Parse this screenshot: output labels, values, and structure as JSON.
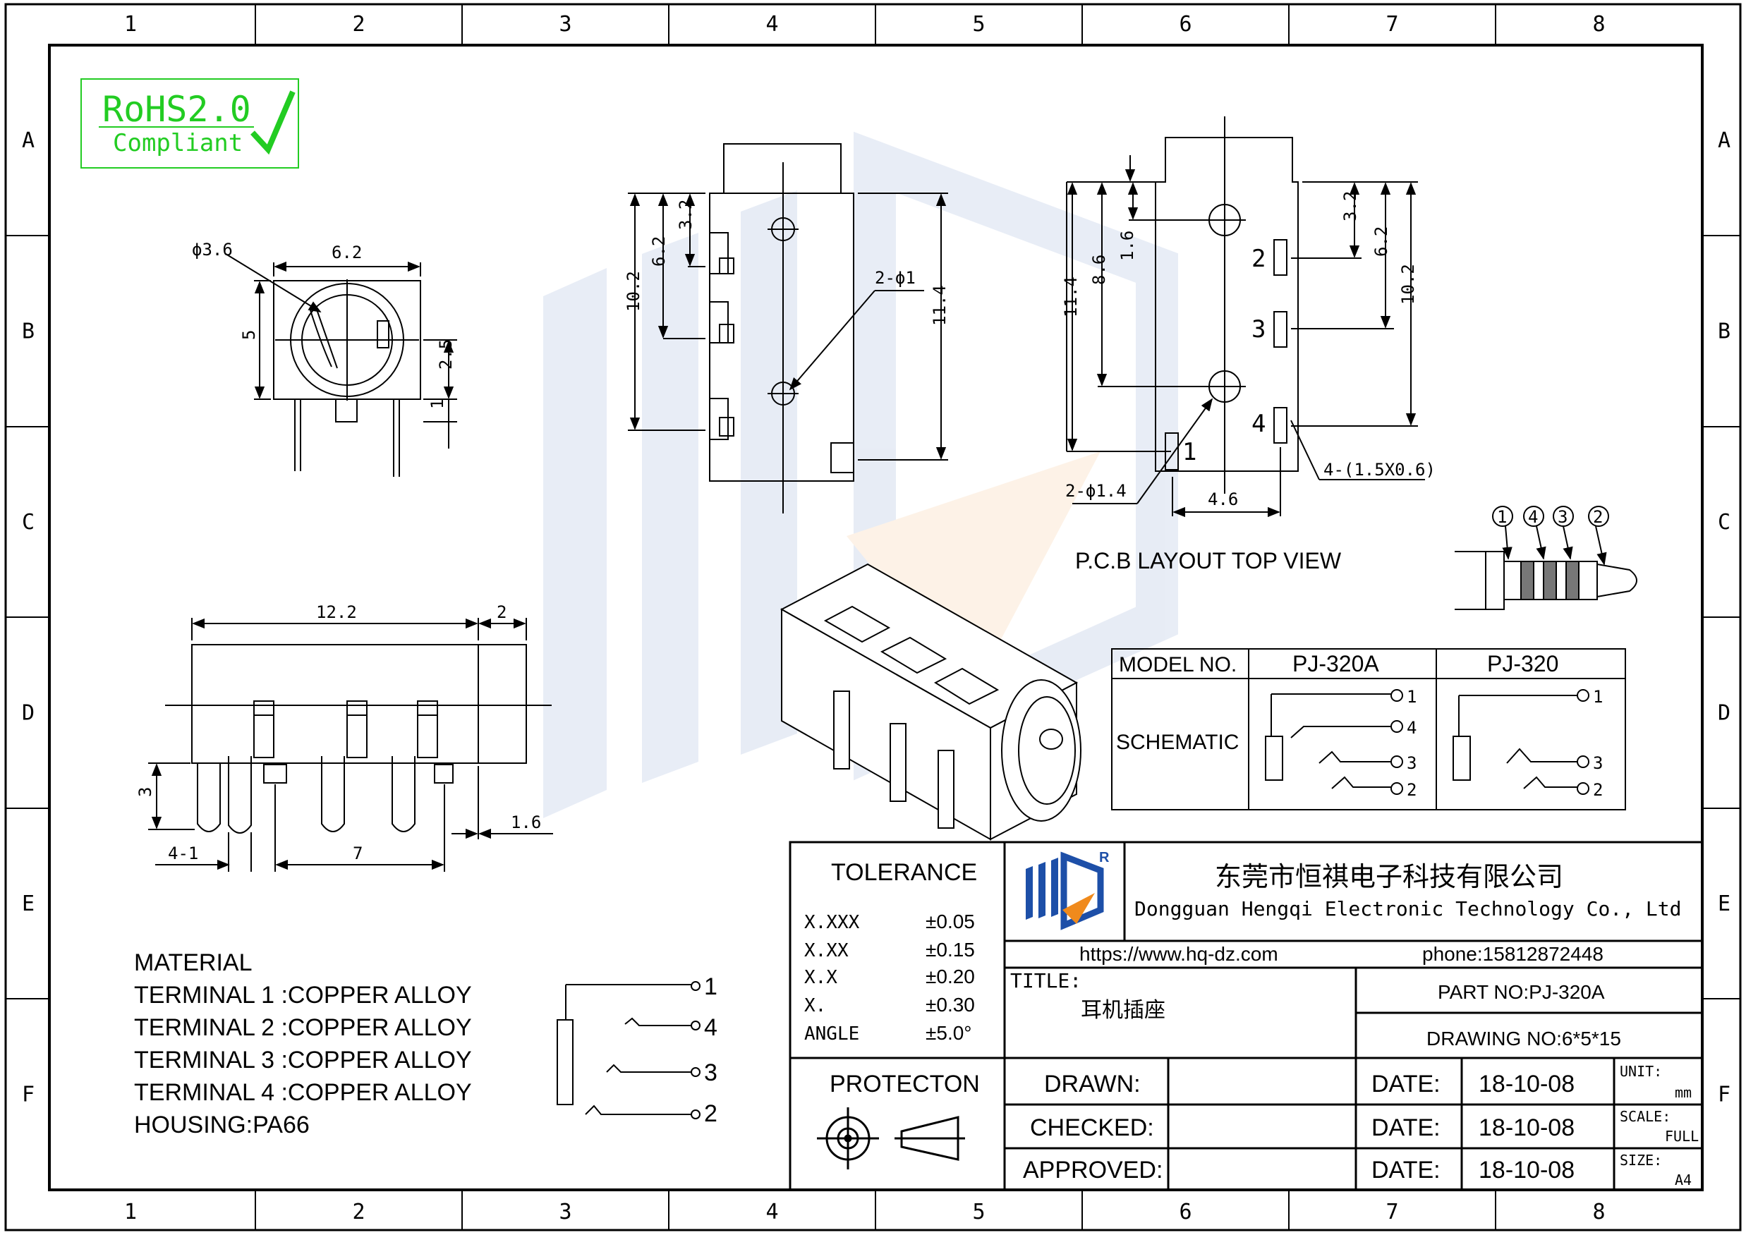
{
  "frame": {
    "columns": [
      "1",
      "2",
      "3",
      "4",
      "5",
      "6",
      "7",
      "8"
    ],
    "rows": [
      "A",
      "B",
      "C",
      "D",
      "E",
      "F"
    ]
  },
  "rohs": {
    "title": "RoHS2.0",
    "subtitle": "Compliant",
    "color": "#22cc22"
  },
  "front_view": {
    "dia_label": "ϕ3.6",
    "width_label": "6.2",
    "height_label": "5",
    "center_label": "2.5",
    "pin_label": "1"
  },
  "side_view": {
    "h102": "10.2",
    "h62": "6.2",
    "h32": "3.2",
    "h114": "11.4",
    "holes_label": "2-ϕ1"
  },
  "pcb_layout": {
    "h114": "11.4",
    "h86": "8.6",
    "h16": "1.6",
    "h32": "3.2",
    "h62": "6.2",
    "h102": "10.2",
    "holes_label": "2-ϕ1.4",
    "pads_label": "4-(1.5X0.6)",
    "width_label": "4.6",
    "pins": [
      "1",
      "2",
      "3",
      "4"
    ],
    "caption": "P.C.B LAYOUT TOP VIEW"
  },
  "plug": {
    "numbers": [
      "1",
      "4",
      "3",
      "2"
    ]
  },
  "bottom_view": {
    "len_label": "12.2",
    "front_label": "2",
    "h_label": "3",
    "pin_w_label": "1.6",
    "left_label": "4-1",
    "span_label": "7"
  },
  "model_table": {
    "model_header": "MODEL NO.",
    "models": [
      "PJ-320A",
      "PJ-320"
    ],
    "schematic_label": "SCHEMATIC",
    "pins_a": [
      "1",
      "4",
      "3",
      "2"
    ],
    "pins_b": [
      "1",
      "3",
      "2"
    ]
  },
  "material": {
    "title": "MATERIAL",
    "lines": [
      "TERMINAL 1 :COPPER ALLOY",
      "TERMINAL 2 :COPPER ALLOY",
      "TERMINAL 3 :COPPER ALLOY",
      "TERMINAL 4 :COPPER ALLOY",
      "HOUSING:PA66"
    ]
  },
  "schematic_pins": [
    "1",
    "4",
    "3",
    "2"
  ],
  "tolerance": {
    "title": "TOLERANCE",
    "rows": [
      {
        "k": "X.XXX",
        "v": "±0.05"
      },
      {
        "k": "X.XX",
        "v": "±0.15"
      },
      {
        "k": "X.X",
        "v": "±0.20"
      },
      {
        "k": "X.",
        "v": "±0.30"
      },
      {
        "k": "ANGLE",
        "v": "±5.0°"
      }
    ]
  },
  "projection": {
    "title": "PROTECTON"
  },
  "company": {
    "name_cn": "东莞市恒祺电子科技有限公司",
    "name_en": "Dongguan Hengqi Electronic Technology Co., Ltd",
    "url": "https://www.hq-dz.com",
    "phone": "phone:15812872448",
    "logo_mark": "R",
    "logo_color": "#1d4fa8",
    "logo_accent": "#f08a1c"
  },
  "title_block": {
    "title_label": "TITLE:",
    "title_value": "耳机插座",
    "part_no": "PART NO:PJ-320A",
    "drawing_no": "DRAWING NO:6*5*15",
    "drawn": "DRAWN:",
    "checked": "CHECKED:",
    "approved": "APPROVED:",
    "date_label": "DATE:",
    "dates": [
      "18-10-08",
      "18-10-08",
      "18-10-08"
    ],
    "unit_label": "UNIT:",
    "unit_value": "mm",
    "scale_label": "SCALE:",
    "scale_value": "FULL",
    "size_label": "SIZE:",
    "size_value": "A4"
  }
}
